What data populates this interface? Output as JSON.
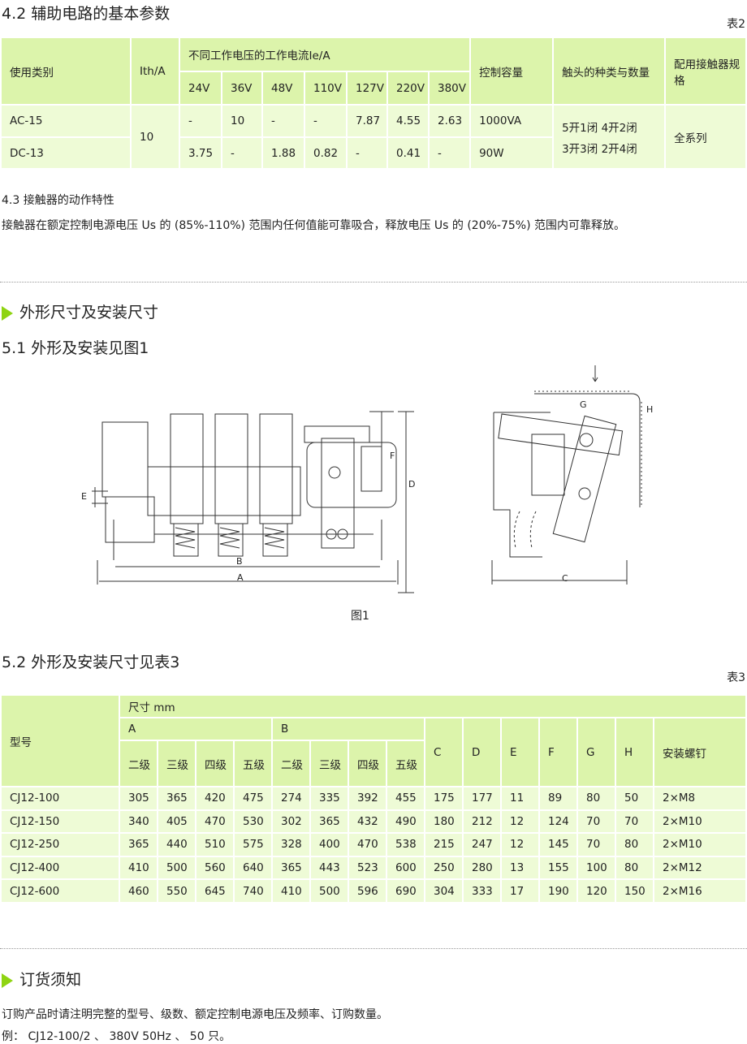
{
  "s42": {
    "title": "4.2 辅助电路的基本参数",
    "table_label": "表2",
    "headers": {
      "category": "使用类别",
      "ith": "Ith/A",
      "current": "不同工作电压的工作电流Ie/A",
      "voltages": [
        "24V",
        "36V",
        "48V",
        "110V",
        "127V",
        "220V",
        "380V"
      ],
      "capacity": "控制容量",
      "contacts": "触头的种类与数量",
      "spec": "配用接触器规格"
    },
    "rows": [
      {
        "category": "AC-15",
        "values": [
          "-",
          "10",
          "-",
          "-",
          "7.87",
          "4.55",
          "2.63"
        ],
        "capacity": "1000VA"
      },
      {
        "category": "DC-13",
        "values": [
          "3.75",
          "-",
          "1.88",
          "0.82",
          "-",
          "0.41",
          "-"
        ],
        "capacity": "90W"
      }
    ],
    "ith_value": "10",
    "contacts_line1": "5开1闭  4开2闭",
    "contacts_line2": "3开3闭  2开4闭",
    "spec_value": "全系列"
  },
  "s43": {
    "title": "4.3 接触器的动作特性",
    "text": "接触器在额定控制电源电压 Us 的 (85%-110%) 范围内任何值能可靠吸合，释放电压 Us 的 (20%-75%) 范围内可靠释放。"
  },
  "s5": {
    "heading": "外形尺寸及安装尺寸",
    "sub1": "5.1 外形及安装见图1",
    "figure_caption": "图1",
    "dim_labels": {
      "A": "A",
      "B": "B",
      "C": "C",
      "D": "D",
      "E": "E",
      "F": "F",
      "G": "G",
      "H": "H"
    },
    "sub2": "5.2 外形及安装尺寸见表3",
    "table_label": "表3"
  },
  "table3": {
    "model": "型号",
    "size": "尺寸 mm",
    "A": "A",
    "B": "B",
    "levels": [
      "二级",
      "三级",
      "四级",
      "五级"
    ],
    "cols": [
      "C",
      "D",
      "E",
      "F",
      "G",
      "H"
    ],
    "screw": "安装螺钉",
    "rows": [
      [
        "CJ12-100",
        "305",
        "365",
        "420",
        "475",
        "274",
        "335",
        "392",
        "455",
        "175",
        "177",
        "11",
        "89",
        "80",
        "50",
        "2×M8"
      ],
      [
        "CJ12-150",
        "340",
        "405",
        "470",
        "530",
        "302",
        "365",
        "432",
        "490",
        "180",
        "212",
        "12",
        "124",
        "70",
        "70",
        "2×M10"
      ],
      [
        "CJ12-250",
        "365",
        "440",
        "510",
        "575",
        "328",
        "400",
        "470",
        "538",
        "215",
        "247",
        "12",
        "145",
        "70",
        "80",
        "2×M10"
      ],
      [
        "CJ12-400",
        "410",
        "500",
        "560",
        "640",
        "365",
        "443",
        "523",
        "600",
        "250",
        "280",
        "13",
        "155",
        "100",
        "80",
        "2×M12"
      ],
      [
        "CJ12-600",
        "460",
        "550",
        "645",
        "740",
        "410",
        "500",
        "596",
        "690",
        "304",
        "333",
        "17",
        "190",
        "120",
        "150",
        "2×M16"
      ]
    ]
  },
  "order": {
    "heading": "订货须知",
    "line1": "订购产品时请注明完整的型号、级数、额定控制电源电压及频率、订购数量。",
    "line2": "例： CJ12-100/2 、 380V  50Hz 、 50 只。"
  },
  "colors": {
    "header": "#dcf4ab",
    "body": "#eefbd6",
    "accent": "#8fd412"
  }
}
